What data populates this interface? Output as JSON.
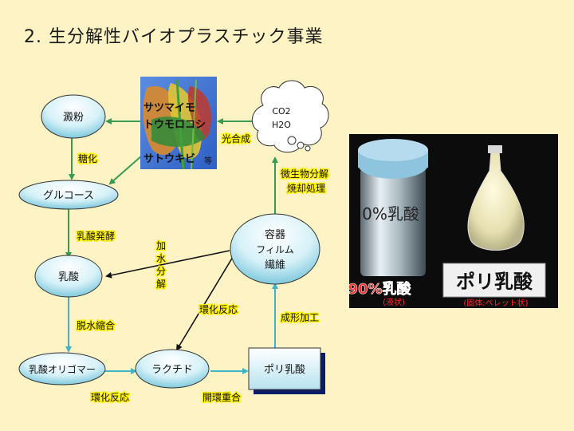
{
  "title": "2. 生分解性バイオプラスチック事業",
  "nodes": {
    "starch": "澱粉",
    "glucose": "グルコース",
    "lactic_acid": "乳酸",
    "oligomer": "乳酸オリゴマー",
    "lactide": "ラクチド",
    "pla": "ポリ乳酸",
    "product_line1": "容器",
    "product_line2": "フィルム",
    "product_line3": "繊維",
    "crops_line1": "サツマイモ",
    "crops_line2": "トウモロコシ",
    "crops_line3": "サトウキビ",
    "crops_suffix": "等",
    "co2": "CO2",
    "h2o": "H2O"
  },
  "edge_labels": {
    "saccharification": "糖化",
    "fermentation": "乳酸発酵",
    "dehydration": "脱水縮合",
    "cyclization_bottom": "環化反応",
    "ring_opening": "開環重合",
    "cyclization_mid": "環化反応",
    "molding": "成形加工",
    "decomposition_line1": "微生物分解",
    "decomposition_line2": "焼却処理",
    "photosynthesis": "光合成",
    "hydrolysis_1": "加",
    "hydrolysis_2": "水",
    "hydrolysis_3": "分",
    "hydrolysis_4": "解"
  },
  "photo": {
    "left_label": "90%乳酸",
    "left_sub": "(液状)",
    "right_label": "ポリ乳酸",
    "right_sub": "(固体:ペレット状)",
    "bottle_text": "0%乳酸"
  },
  "colors": {
    "background": "#fdf3c4",
    "arrow_green": "#3a9a52",
    "arrow_cyan": "#3fb3c8",
    "arrow_black": "#111111",
    "edge_label_yellow": "#fff200",
    "photo_label_red": "#ff2a2a"
  }
}
